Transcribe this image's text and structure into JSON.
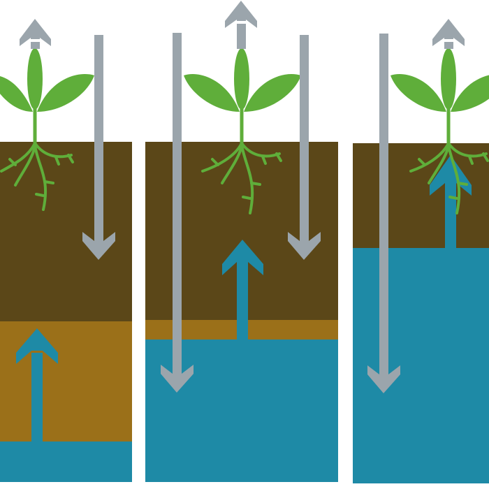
{
  "colors": {
    "background": "#ffffff",
    "dry_soil_topsoil": "#5b4718",
    "moist_subsoil": "#9b7019",
    "groundwater": "#1e8aa6",
    "plant_green": "#5fae3a",
    "water_flow_arrow": "#9ba5ac",
    "capillary_rise_arrow": "#1e8aa6"
  },
  "icons": {
    "plant": "plant-icon",
    "upward_arrow": "arrow-up-icon",
    "downward_arrow": "arrow-down-icon"
  },
  "panels": [
    {
      "id": "deep-water-table",
      "water_table_level": "deep",
      "subsoil_visible": true
    },
    {
      "id": "medium-water-table",
      "water_table_level": "medium",
      "subsoil_visible": true
    },
    {
      "id": "shallow-water-table",
      "water_table_level": "shallow",
      "subsoil_visible": false
    }
  ]
}
